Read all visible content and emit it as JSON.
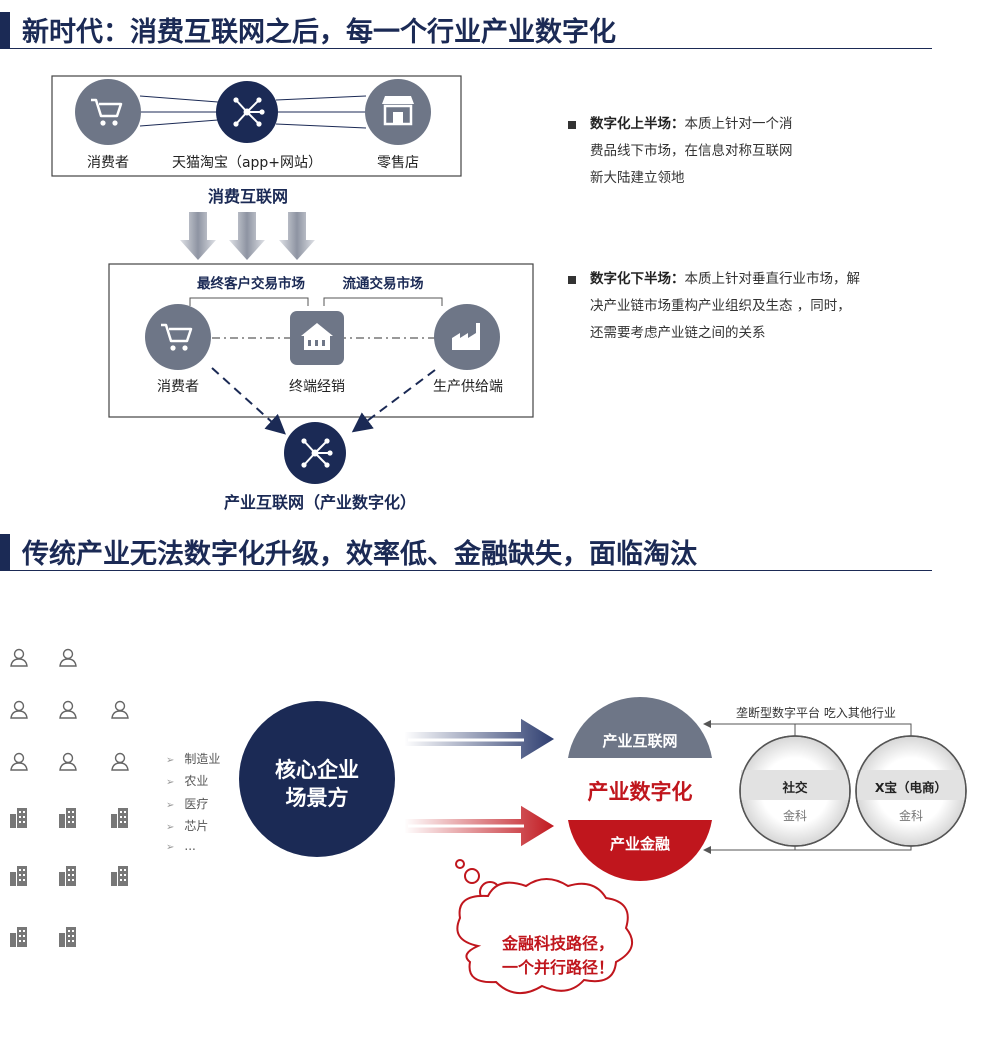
{
  "section1": {
    "title": "新时代：消费互联网之后，每一个行业产业数字化",
    "top_nodes": {
      "consumer": "消费者",
      "platform": "天猫淘宝（app+网站）",
      "retail": "零售店"
    },
    "consumer_internet": "消费互联网",
    "market_labels": {
      "end_customer": "最终客户交易市场",
      "circulation": "流通交易市场"
    },
    "mid_nodes": {
      "consumer": "消费者",
      "distribution": "终端经销",
      "supply": "生产供给端"
    },
    "industrial_internet": "产业互联网（产业数字化）",
    "bullets": [
      {
        "bold": "数字化上半场：",
        "lines": [
          "本质上针对一个消",
          "费品线下市场，在信息对称互联网",
          "新大陆建立领地"
        ]
      },
      {
        "bold": "数字化下半场：",
        "lines": [
          "本质上针对垂直行业市场，解",
          "决产业链市场重构产业组织及生态 ，同时，",
          "还需要考虑产业链之间的关系"
        ]
      }
    ]
  },
  "section2": {
    "title": "传统产业无法数字化升级，效率低、金融缺失，面临淘汰",
    "industries": [
      "制造业",
      "农业",
      "医疗",
      "芯片",
      "..."
    ],
    "core_enterprise": [
      "核心企业",
      "场景方"
    ],
    "industrial_internet": "产业互联网",
    "industrial_digitization": "产业数字化",
    "industrial_finance": "产业金融",
    "monopoly_label": "垄断型数字平台  吃入其他行业",
    "platforms": [
      {
        "name": "社交",
        "sub": "金科"
      },
      {
        "name": "X宝（电商）",
        "sub": "金科"
      }
    ],
    "cloud_text": [
      "金融科技路径，",
      "一个并行路径！"
    ]
  },
  "colors": {
    "navy": "#1b2a55",
    "gray": "#6e7687",
    "red": "#c0161d",
    "light": "#f3f3f3"
  }
}
